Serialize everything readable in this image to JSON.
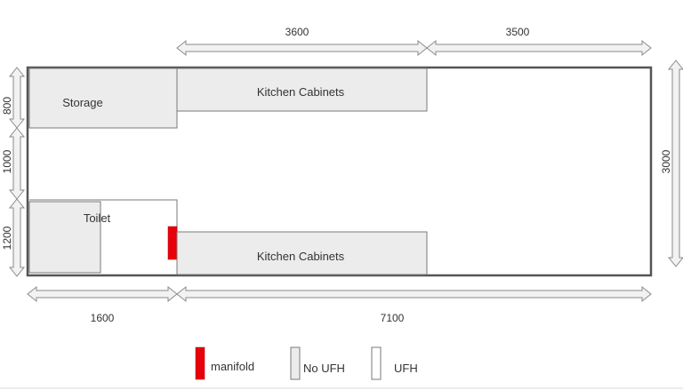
{
  "colors": {
    "background": "#ffffff",
    "wall": "#555555",
    "no_ufh_fill": "#ececec",
    "ufh_fill": "#ffffff",
    "manifold": "#e8000b"
  },
  "zones": {
    "storage": "Storage",
    "toilet": "Toilet",
    "kitchen_top": "Kitchen Cabinets",
    "kitchen_bottom": "Kitchen Cabinets"
  },
  "dimensions": {
    "top_left": "3600",
    "top_right": "3500",
    "bottom_left": "1600",
    "bottom_right": "7100",
    "left_top": "800",
    "left_middle": "1000",
    "left_bottom": "1200",
    "right": "3000"
  },
  "legend": {
    "manifold": "manifold",
    "no_ufh": "No UFH",
    "ufh": "UFH"
  }
}
